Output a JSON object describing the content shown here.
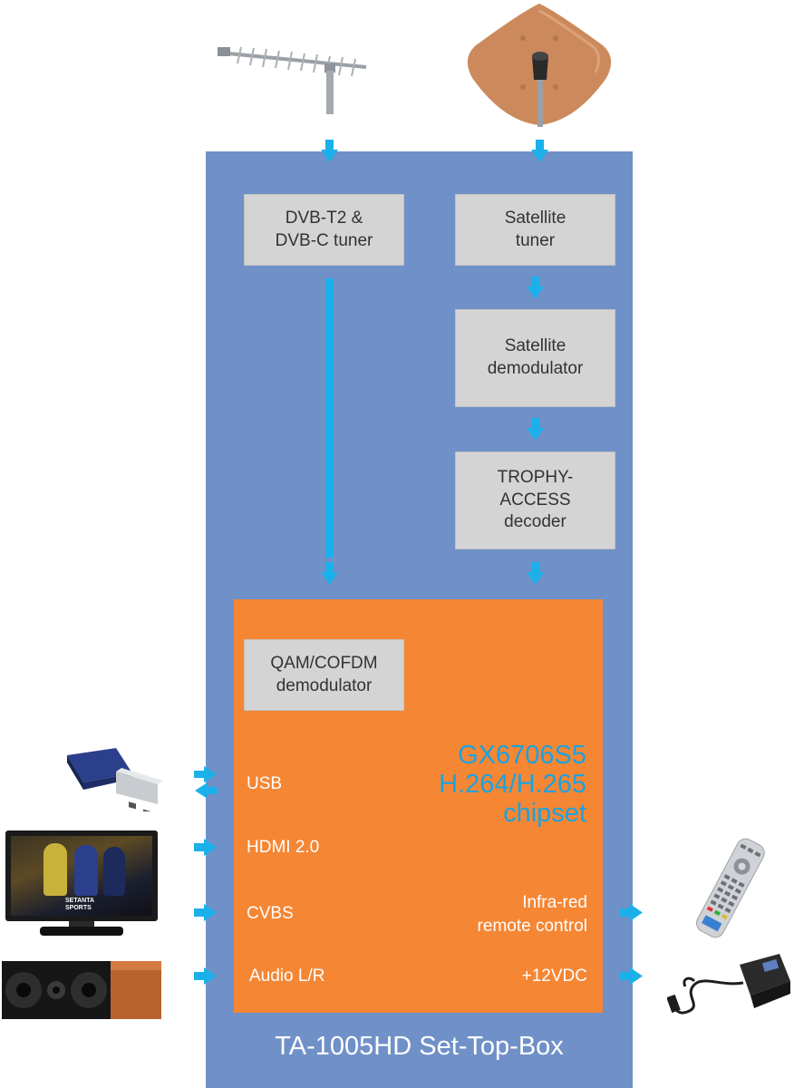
{
  "diagram": {
    "box_title": "TA-1005HD Set-Top-Box",
    "blocks": {
      "dvb_tuner": "DVB-T2 &\nDVB-C tuner",
      "sat_tuner": "Satellite\ntuner",
      "sat_demod": "Satellite\ndemodulator",
      "trophy": "TROPHY-\nACCESS\ndecoder",
      "qam_demod": "QAM/COFDM\ndemodulator"
    },
    "chipset": "GX6706S5\nH.264/H.265\nchipset",
    "ports_left": {
      "usb": "USB",
      "hdmi": "HDMI 2.0",
      "cvbs": "CVBS",
      "audio": "Audio L/R"
    },
    "ports_right": {
      "ir": "Infra-red\nremote control",
      "power": "+12VDC"
    },
    "tv_logo": "SETANTA\nSPORTS",
    "devices": [
      "terrestrial-antenna-icon",
      "satellite-dish-icon",
      "usb-stick-icon",
      "tv-icon",
      "speaker-icon",
      "remote-control-icon",
      "power-adapter-icon"
    ],
    "colors": {
      "box": "#7090c8",
      "block": "#d4d4d4",
      "chip": "#f58634",
      "chip_text": "#1aa3e0",
      "arrow": "#1bb0ea"
    }
  }
}
